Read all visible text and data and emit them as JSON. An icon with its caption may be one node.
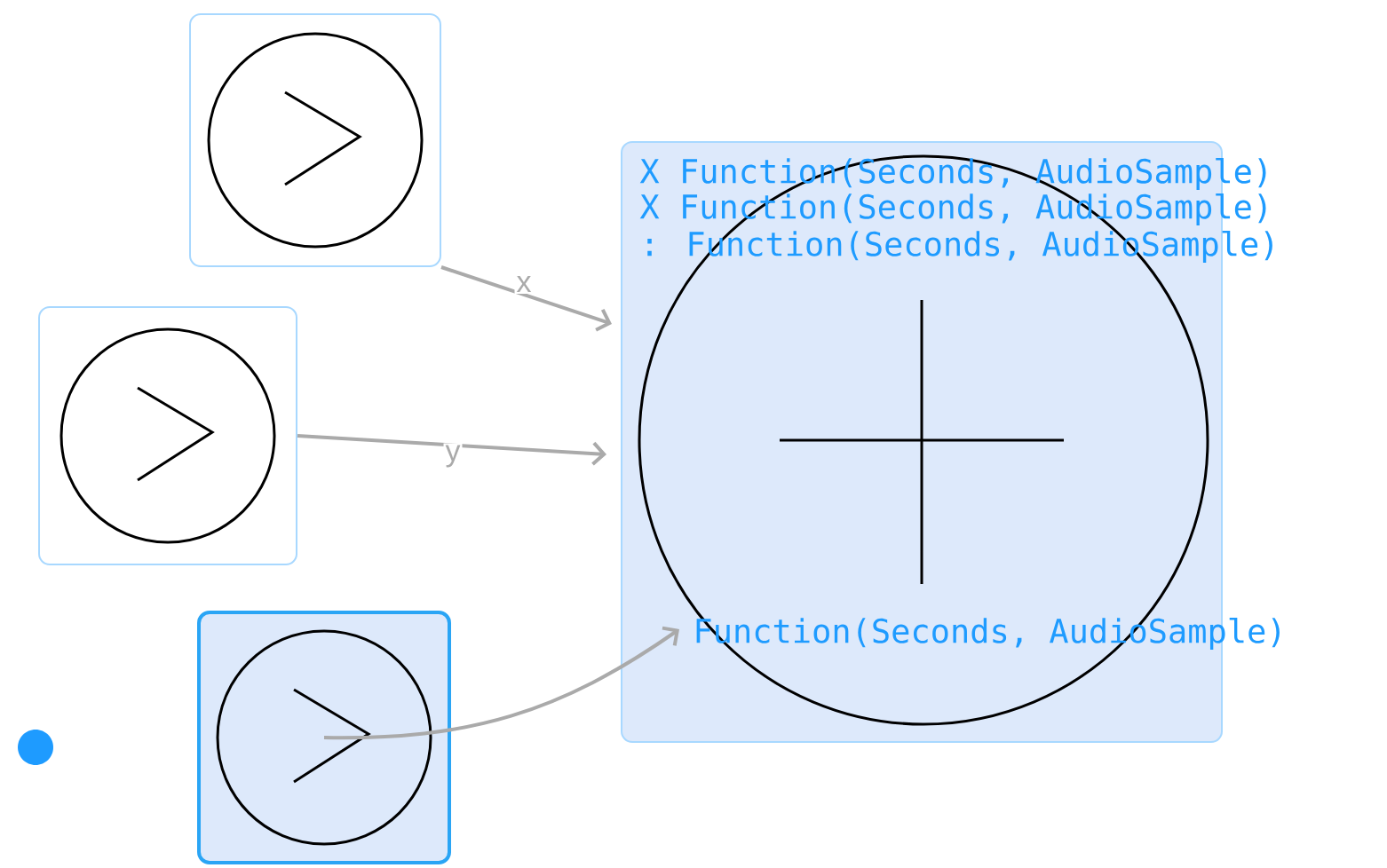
{
  "diagram": {
    "nodes": [
      {
        "text": [],
        "shape": "box"
      },
      {
        "text": [],
        "shape": "box"
      },
      {
        "text": [],
        "shape": "box"
      },
      {
        "text": [
          "X Function(Seconds, AudioSample)",
          "X Function(Seconds, AudioSample)",
          ": Function(Seconds, AudioSample)",
          "Function(Seconds, AudioSample)"
        ]
      }
    ],
    "edges": [
      {
        "from": 0,
        "to": 3,
        "arrow": "to",
        "label": "x"
      },
      {
        "from": 1,
        "to": 3,
        "arrow": "to",
        "label": "y"
      },
      {
        "from": 2,
        "to": 3,
        "arrow": "to"
      }
    ]
  }
}
